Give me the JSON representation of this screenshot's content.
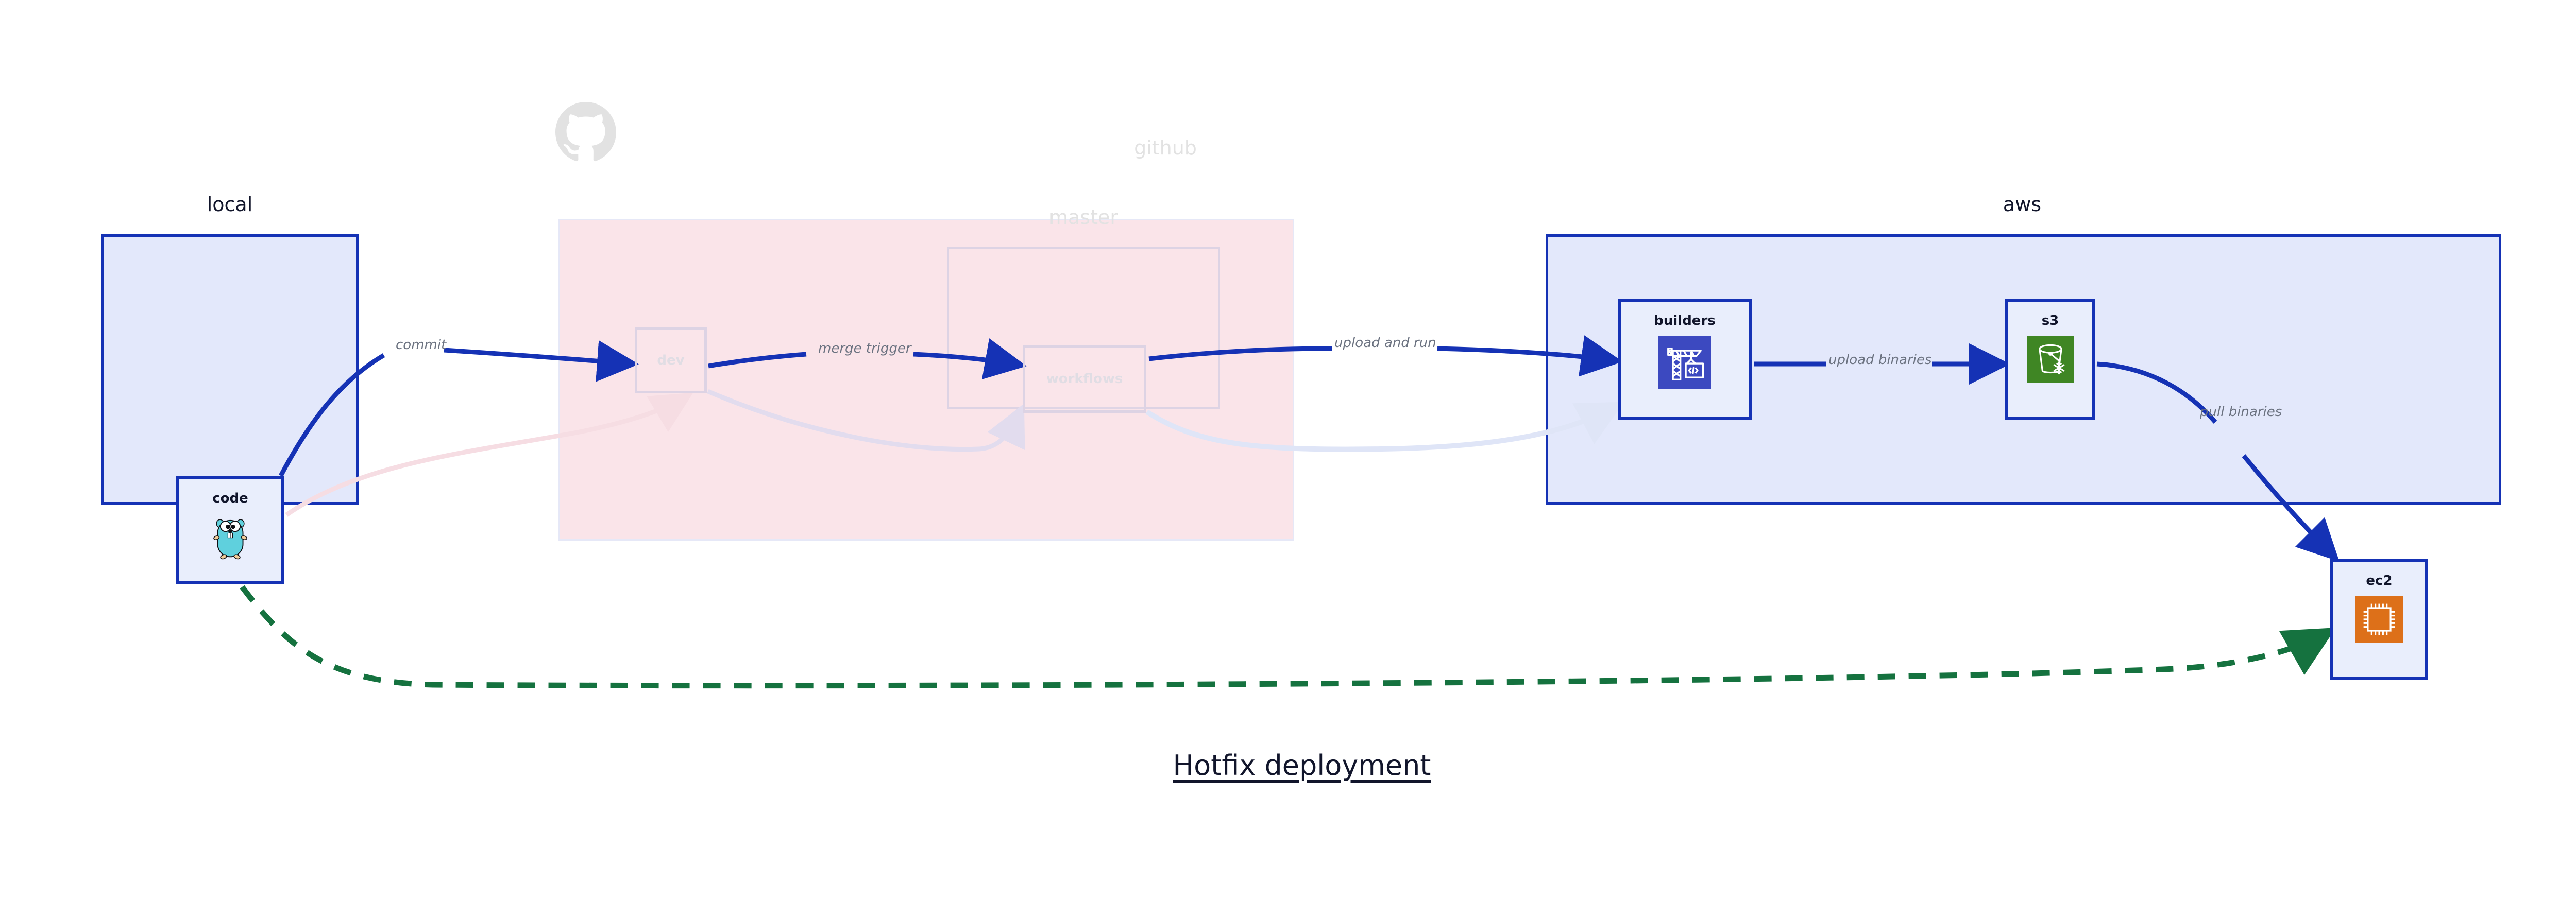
{
  "diagram": {
    "title": "Hotfix deployment",
    "clusters": [
      {
        "id": "local",
        "label": "local",
        "faded": false,
        "fill": "#e3e8fb",
        "stroke": "#1532b5"
      },
      {
        "id": "github",
        "label": "github",
        "faded": true,
        "fill": "#fae4e9",
        "stroke": "#e6e8f7"
      },
      {
        "id": "master",
        "label": "master",
        "faded": true,
        "fill": "transparent",
        "stroke": "#ddd3e4"
      },
      {
        "id": "aws",
        "label": "aws",
        "faded": false,
        "fill": "#e3e8fb",
        "stroke": "#1532b5"
      }
    ],
    "nodes": [
      {
        "id": "code",
        "label": "code",
        "icon": "go-gopher-icon",
        "faded": false
      },
      {
        "id": "dev",
        "label": "dev",
        "icon": "none",
        "faded": true
      },
      {
        "id": "workflows",
        "label": "workflows",
        "icon": "none",
        "faded": true
      },
      {
        "id": "builders",
        "label": "builders",
        "icon": "aws-codebuild-icon",
        "faded": false
      },
      {
        "id": "s3",
        "label": "s3",
        "icon": "aws-s3-glacier-icon",
        "faded": false
      },
      {
        "id": "ec2",
        "label": "ec2",
        "icon": "aws-ec2-chip-icon",
        "faded": false
      }
    ],
    "edges": [
      {
        "id": "commit",
        "label": "commit",
        "from": "code",
        "to": "dev",
        "style": "solid",
        "color": "#1532b5",
        "faded": false
      },
      {
        "id": "merge-trigger",
        "label": "merge trigger",
        "from": "dev",
        "to": "workflows",
        "style": "solid",
        "color": "#1532b5",
        "faded": false
      },
      {
        "id": "upload-and-run",
        "label": "upload and run",
        "from": "workflows",
        "to": "builders",
        "style": "solid",
        "color": "#1532b5",
        "faded": false
      },
      {
        "id": "upload-binaries",
        "label": "upload binaries",
        "from": "builders",
        "to": "s3",
        "style": "solid",
        "color": "#1532b5",
        "faded": false
      },
      {
        "id": "pull-binaries",
        "label": "pull binaries",
        "from": "s3",
        "to": "ec2",
        "style": "solid",
        "color": "#1532b5",
        "faded": false
      },
      {
        "id": "hotfix-direct",
        "label": "",
        "from": "code",
        "to": "ec2",
        "style": "dashed",
        "color": "#15723f",
        "faded": false
      },
      {
        "id": "faded-code-dev",
        "label": "",
        "from": "code",
        "to": "dev",
        "style": "solid",
        "color": "#f7dfe4",
        "faded": true
      },
      {
        "id": "faded-dev-workflows",
        "label": "",
        "from": "dev",
        "to": "workflows",
        "style": "solid",
        "color": "#e4dfee",
        "faded": true
      },
      {
        "id": "faded-workflows-builders",
        "label": "",
        "from": "workflows",
        "to": "builders",
        "style": "solid",
        "color": "#e4e8f8",
        "faded": true
      }
    ],
    "colors": {
      "cluster_blue_fill": "#e3e8fb",
      "cluster_blue_stroke": "#1532b5",
      "cluster_pink_fill": "#fae4e9",
      "node_fill": "#e9eefc",
      "edge_blue": "#1532b5",
      "edge_green_dashed": "#15723f",
      "edge_label_gray": "#6b7280",
      "title_color": "#11152b",
      "icon_codebuild_bg": "#3c49c0",
      "icon_s3_bg": "#3f8624",
      "icon_ec2_bg": "#dd7019",
      "gopher_body": "#5fd0dd",
      "faded_text": "#e2e2e2"
    }
  }
}
